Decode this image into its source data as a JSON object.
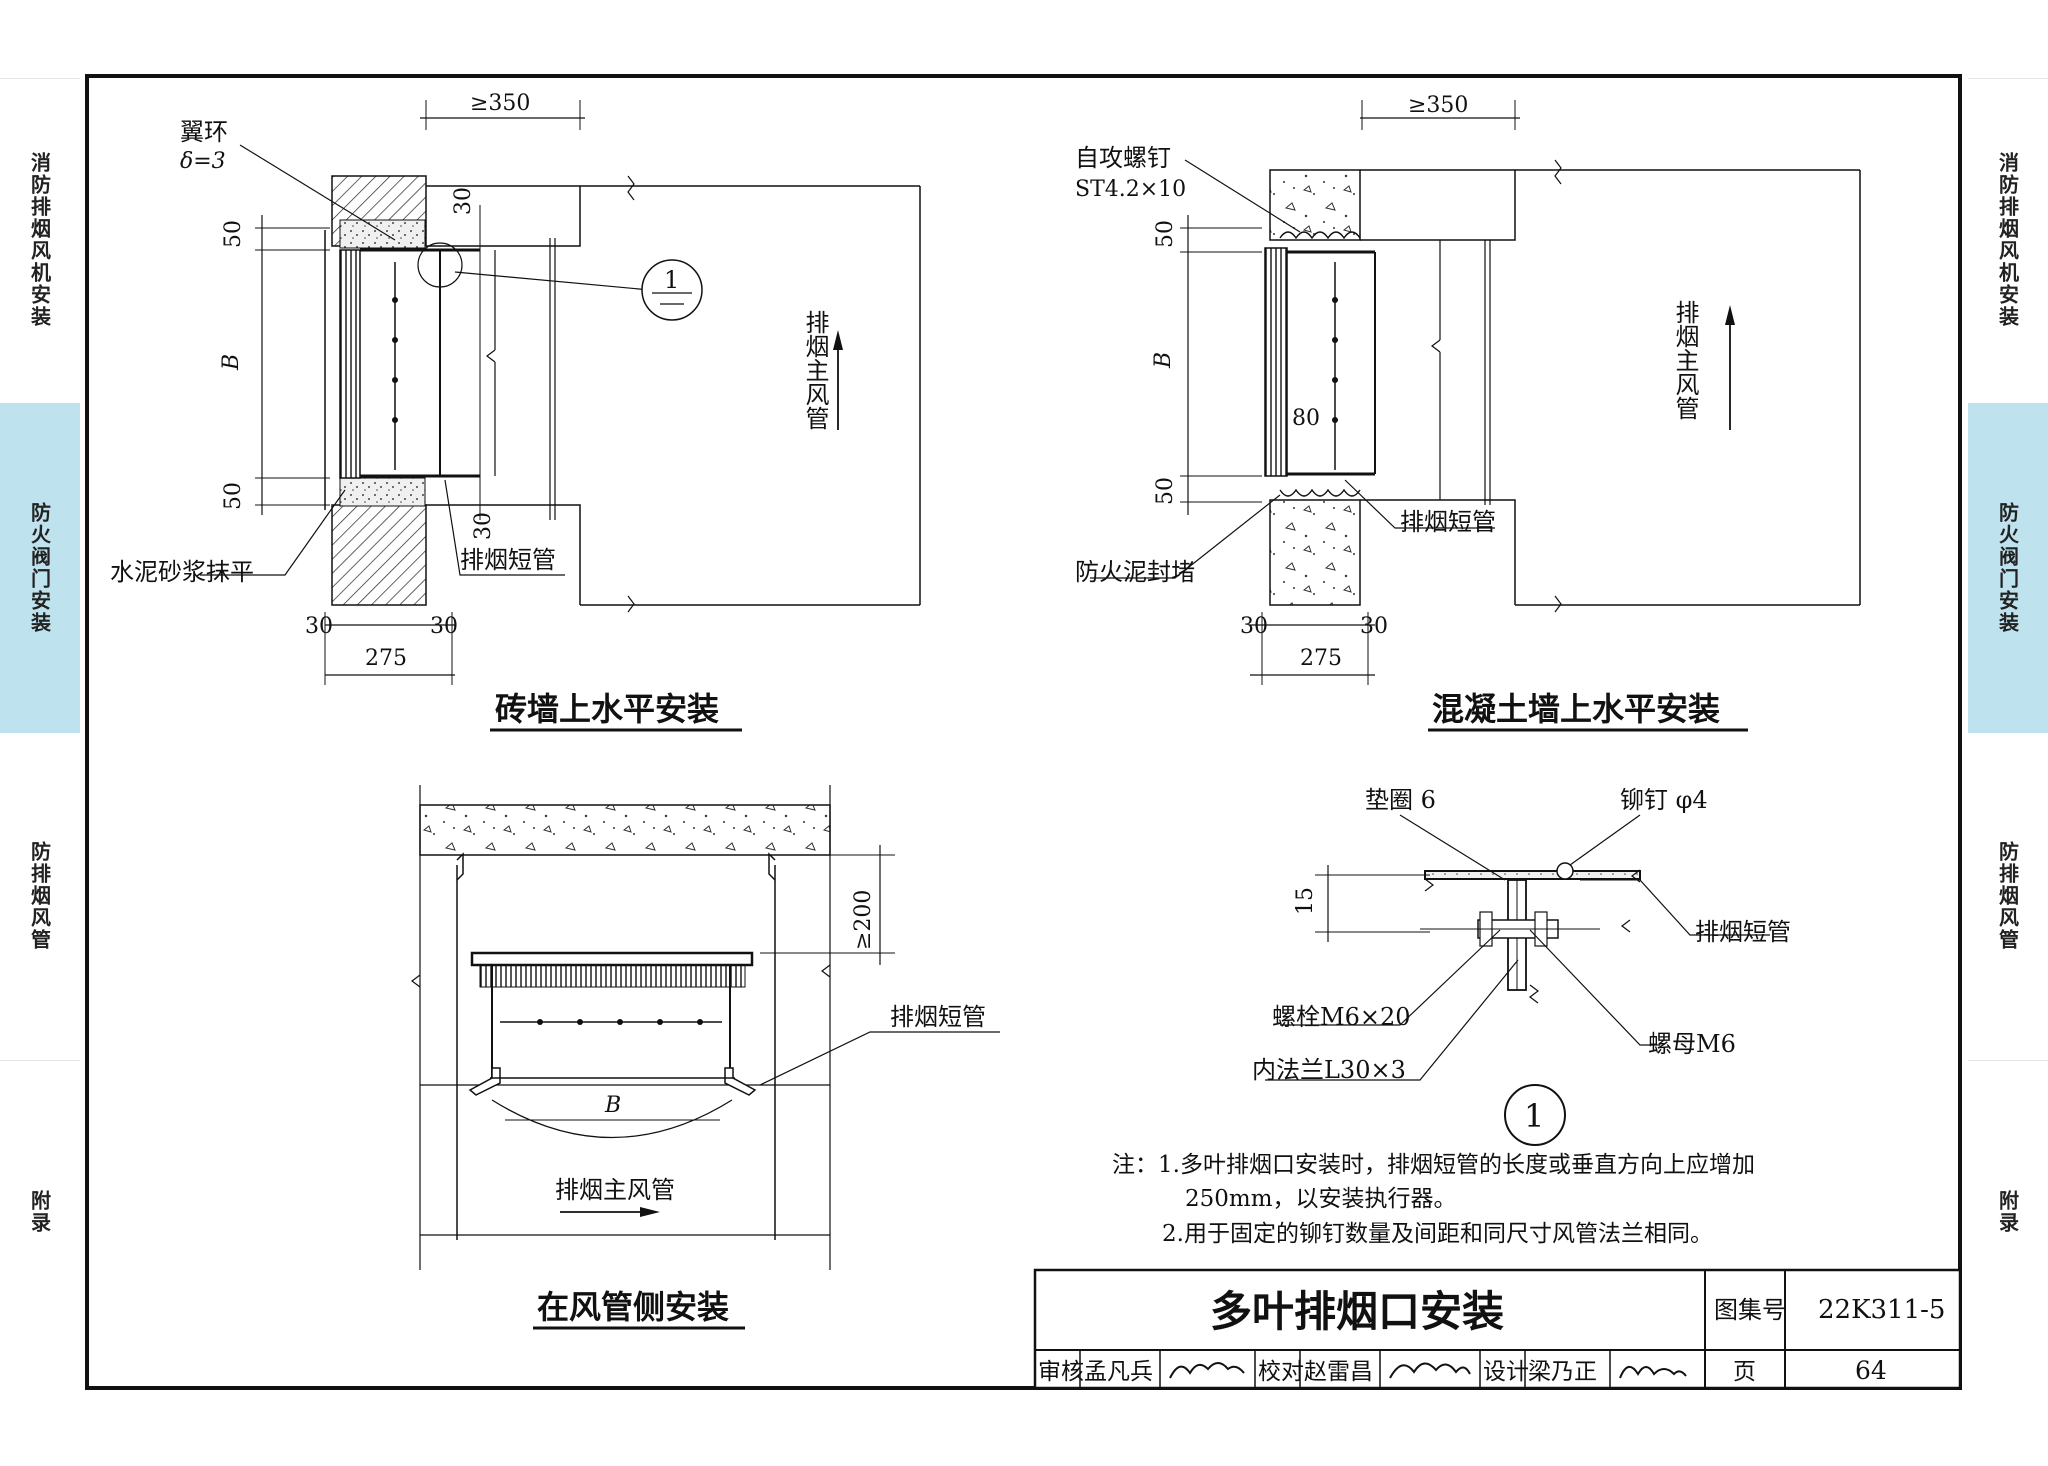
{
  "side_tabs": [
    "消防排烟风机安装",
    "防火阀门安装",
    "防排烟风管",
    "附录"
  ],
  "labels": {
    "brick": {
      "wing_ring": "翼环",
      "delta": "δ=3",
      "dim_350": "≥350",
      "dim_30_top": "30",
      "dim_50_top": "50",
      "dim_B": "B",
      "dim_50_bot": "50",
      "dim_30_bot": "30",
      "dim_30_l": "30",
      "dim_30_r": "30",
      "dim_275": "275",
      "callout": "1",
      "main_duct": "排烟主风管",
      "cement": "水泥砂浆抹平",
      "short_pipe": "排烟短管",
      "title": "砖墙上水平安装"
    },
    "concrete": {
      "screw": "自攻螺钉",
      "screw_spec": "ST4.2×10",
      "dim_350": "≥350",
      "dim_50_top": "50",
      "dim_B": "B",
      "dim_80": "80",
      "dim_50_bot": "50",
      "dim_30_l": "30",
      "dim_30_r": "30",
      "dim_275": "275",
      "main_duct": "排烟主风管",
      "short_pipe": "排烟短管",
      "fire_mud": "防火泥封堵",
      "title": "混凝土墙上水平安装"
    },
    "side": {
      "dim_200": "≥200",
      "short_pipe": "排烟短管",
      "dim_B": "B",
      "main_duct": "排烟主风管",
      "title": "在风管侧安装"
    },
    "detail": {
      "washer": "垫圈 6",
      "rivet": "铆钉 φ4",
      "dim_15": "15",
      "short_pipe": "排烟短管",
      "bolt": "螺栓M6×20",
      "nut": "螺母M6",
      "flange": "内法兰L30×3",
      "number": "1"
    }
  },
  "notes": [
    "注：1.多叶排烟口安装时，排烟短管的长度或垂直方向上应增加",
    "250mm，以安装执行器。",
    "2.用于固定的铆钉数量及间距和同尺寸风管法兰相同。"
  ],
  "title_block": {
    "title": "多叶排烟口安装",
    "atlas_label": "图集号",
    "atlas_no": "22K311-5",
    "review": "审核",
    "reviewer": "孟凡兵",
    "check": "校对",
    "checker": "赵雷昌",
    "design": "设计",
    "designer": "梁乃正",
    "page_label": "页",
    "page_no": "64"
  }
}
